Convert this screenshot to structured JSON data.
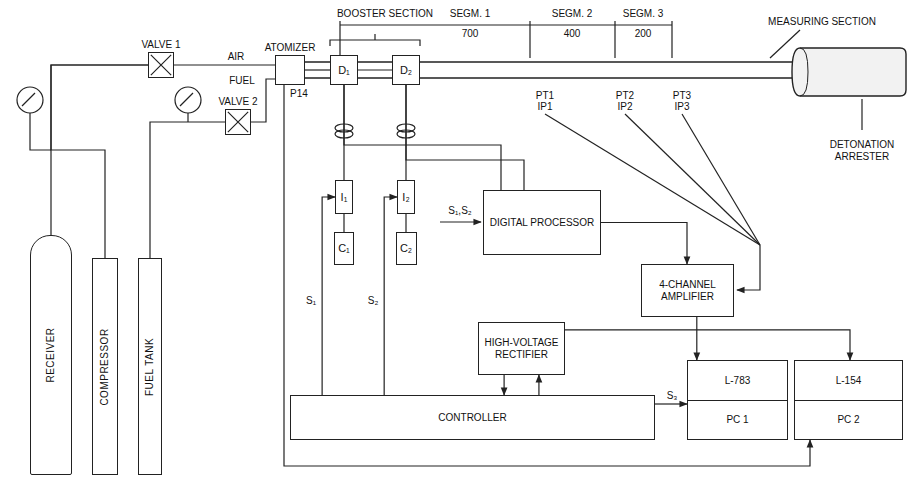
{
  "diagram": {
    "nodes": [
      {
        "text": [
          "RECEIVER"
        ]
      },
      {
        "text": [
          "COMPRESSOR"
        ]
      },
      {
        "text": [
          "FUEL TANK"
        ]
      },
      {
        "text": [
          "VALVE 1"
        ]
      },
      {
        "text": [
          "VALVE 2"
        ]
      },
      {
        "text": [
          "ATOMIZER"
        ]
      },
      {
        "text": [
          "D₁"
        ]
      },
      {
        "text": [
          "D₂"
        ]
      },
      {
        "text": [
          "I₁"
        ]
      },
      {
        "text": [
          "C₁"
        ]
      },
      {
        "text": [
          "I₂"
        ]
      },
      {
        "text": [
          "C₂"
        ]
      },
      {
        "text": [
          "DIGITAL PROCESSOR"
        ]
      },
      {
        "text": [
          "4-CHANNEL AMPLIFIER"
        ]
      },
      {
        "text": [
          "HIGH-VOLTAGE RECTIFIER"
        ]
      },
      {
        "text": [
          "CONTROLLER"
        ]
      },
      {
        "text": [
          "L-783",
          "PC 1"
        ]
      },
      {
        "text": [
          "L-154",
          "PC 2"
        ]
      }
    ],
    "edges": [
      {
        "from": 0,
        "to": 3,
        "arrow": "none"
      },
      {
        "from": 1,
        "to": 3,
        "arrow": "none"
      },
      {
        "from": 2,
        "to": 4,
        "arrow": "none"
      },
      {
        "from": 3,
        "to": 5,
        "arrow": "none",
        "label": "AIR"
      },
      {
        "from": 4,
        "to": 5,
        "arrow": "none",
        "label": "FUEL"
      },
      {
        "from": 5,
        "to": 6,
        "arrow": "none"
      },
      {
        "from": 6,
        "to": 7,
        "arrow": "none"
      },
      {
        "from": 6,
        "to": 8,
        "arrow": "none"
      },
      {
        "from": 8,
        "to": 9,
        "arrow": "none"
      },
      {
        "from": 7,
        "to": 10,
        "arrow": "none"
      },
      {
        "from": 10,
        "to": 11,
        "arrow": "none"
      },
      {
        "from": 15,
        "to": 8,
        "arrow": "to",
        "label": "S₁"
      },
      {
        "from": 15,
        "to": 10,
        "arrow": "to",
        "label": "S₂"
      },
      {
        "from": 6,
        "to": 12,
        "arrow": "none"
      },
      {
        "from": 7,
        "to": 12,
        "arrow": "none"
      },
      {
        "from": 12,
        "to": 13,
        "arrow": "to"
      },
      {
        "from": 13,
        "to": 16,
        "arrow": "to"
      },
      {
        "from": 14,
        "to": 15,
        "arrow": "to"
      },
      {
        "from": 15,
        "to": 14,
        "arrow": "to"
      },
      {
        "from": 14,
        "to": 17,
        "arrow": "to"
      },
      {
        "from": 15,
        "to": 16,
        "arrow": "to",
        "label": "S₃"
      },
      {
        "from": 5,
        "to": 17,
        "arrow": "to"
      }
    ],
    "labels": [
      "BOOSTER SECTION",
      "SEGM. 1",
      "700",
      "SEGM. 2",
      "400",
      "SEGM. 3",
      "200",
      "MEASURING SECTION",
      "DETONATION ARRESTER",
      "P14",
      "PT1",
      "IP1",
      "PT2",
      "IP2",
      "PT3",
      "IP3",
      "S₁,S₂"
    ]
  }
}
